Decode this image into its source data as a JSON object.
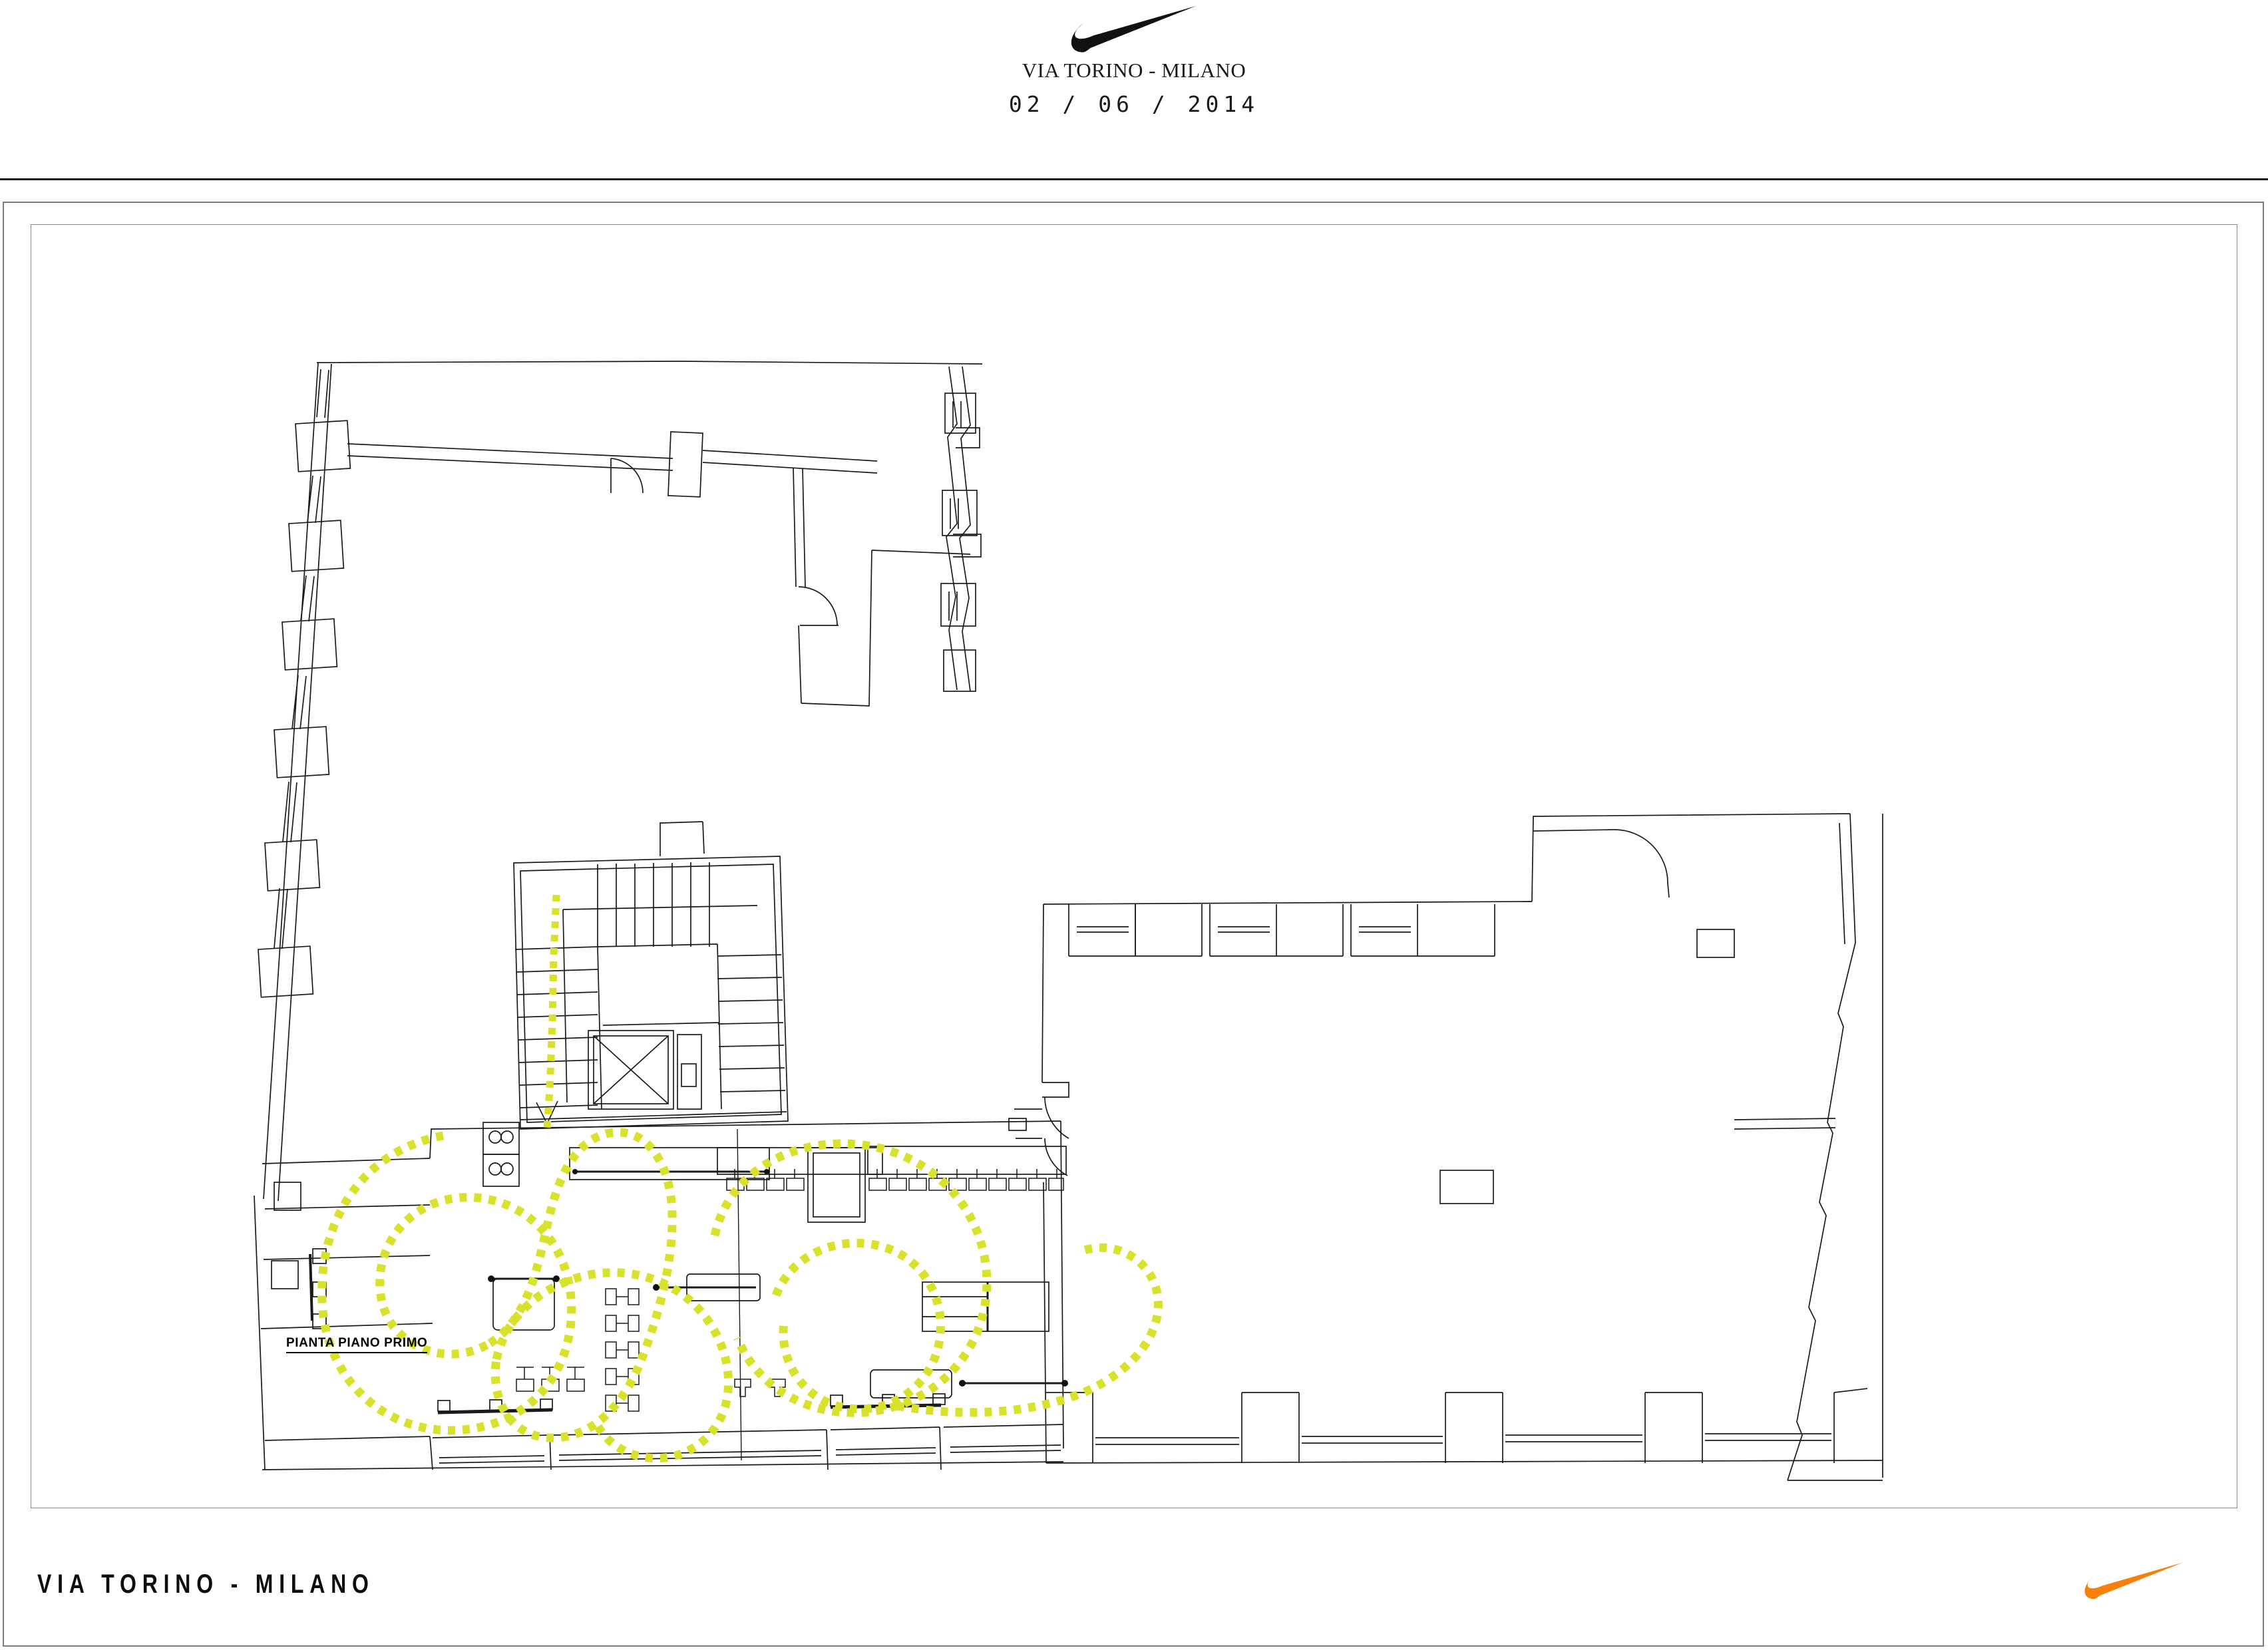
{
  "header": {
    "logo_icon": "nike-swoosh-icon",
    "title": "VIA TORINO - MILANO",
    "date": "02 / 06 / 2014"
  },
  "drawing": {
    "caption": "PIANTA PIANO PRIMO",
    "sheet_border_color": "#7b7b7b",
    "line_color": "#1a1a1a",
    "annotation_color": "#d8e12b",
    "annotation_name": "nike-script-overlay"
  },
  "footer": {
    "title": "VIA TORINO - MILANO",
    "logo_icon": "nike-swoosh-icon",
    "logo_color": "#f77f0c"
  },
  "colors": {
    "page_background": "#ffffff",
    "ink": "#1a1a1a",
    "rule": "#1b1b1b",
    "highlight_yellow": "#d8e12b",
    "brand_orange": "#f77f0c"
  }
}
